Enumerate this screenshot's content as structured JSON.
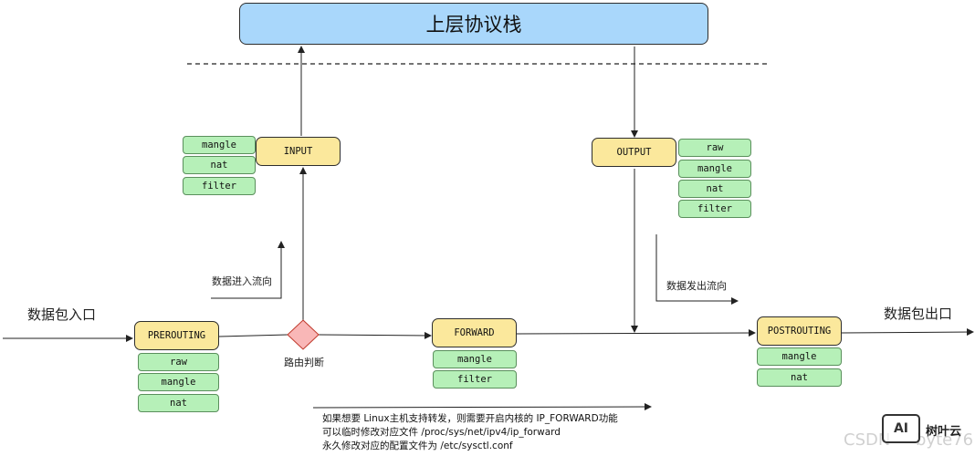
{
  "top_box": {
    "label": "上层协议栈"
  },
  "chains": {
    "input": "INPUT",
    "output": "OUTPUT",
    "prerouting": "PREROUTING",
    "forward": "FORWARD",
    "postrouting": "POSTROUTING"
  },
  "tables": {
    "input": [
      "mangle",
      "nat",
      "filter"
    ],
    "output": [
      "raw",
      "mangle",
      "nat",
      "filter"
    ],
    "prerouting": [
      "raw",
      "mangle",
      "nat"
    ],
    "forward": [
      "mangle",
      "filter"
    ],
    "postrouting": [
      "mangle",
      "nat"
    ]
  },
  "labels": {
    "entry": "数据包入口",
    "exit": "数据包出口",
    "inbound_flow": "数据进入流向",
    "outbound_flow": "数据发出流向",
    "routing": "路由判断"
  },
  "note": [
    "如果想要 Linux主机支持转发，则需要开启内核的 IP_FORWARD功能",
    "可以临时修改对应文件 /proc/sys/net/ipv4/ip_forward",
    "永久修改对应的配置文件为 /etc/sysctl.conf"
  ],
  "watermark": {
    "csdn": "CSDN",
    "user": "byte76",
    "logo_mark": "AI",
    "logo_text": "树叶云"
  }
}
